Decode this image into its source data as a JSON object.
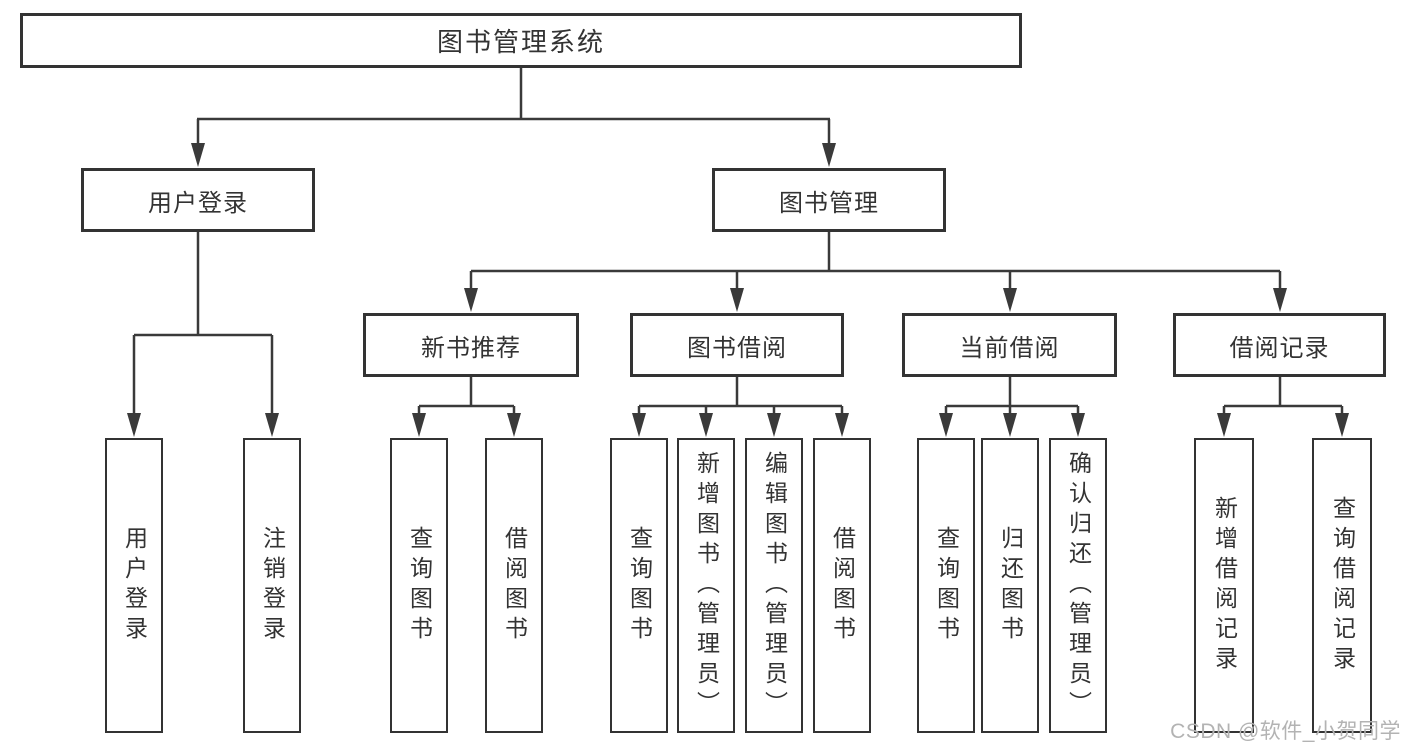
{
  "diagram_title": "图书管理系统",
  "tree": {
    "root": {
      "label": "图书管理系统"
    },
    "branches": [
      {
        "label": "用户登录",
        "children": [
          {
            "label": "用户登录"
          },
          {
            "label": "注销登录"
          }
        ]
      },
      {
        "label": "图书管理",
        "children": [
          {
            "label": "新书推荐",
            "children": [
              {
                "label": "查询图书"
              },
              {
                "label": "借阅图书"
              }
            ]
          },
          {
            "label": "图书借阅",
            "children": [
              {
                "label": "查询图书"
              },
              {
                "label": "新增图书（管理员）"
              },
              {
                "label": "编辑图书（管理员）"
              },
              {
                "label": "借阅图书"
              }
            ]
          },
          {
            "label": "当前借阅",
            "children": [
              {
                "label": "查询图书"
              },
              {
                "label": "归还图书"
              },
              {
                "label": "确认归还（管理员）"
              }
            ]
          },
          {
            "label": "借阅记录",
            "children": [
              {
                "label": "新增借阅记录"
              },
              {
                "label": "查询借阅记录"
              }
            ]
          }
        ]
      }
    ]
  },
  "watermark": {
    "text": "CSDN @软件_小贺同学",
    "color": "#b3b3b3"
  },
  "colors": {
    "line": "#3a3a3a",
    "box_border": "#333333",
    "text": "#333333",
    "background": "#ffffff"
  }
}
